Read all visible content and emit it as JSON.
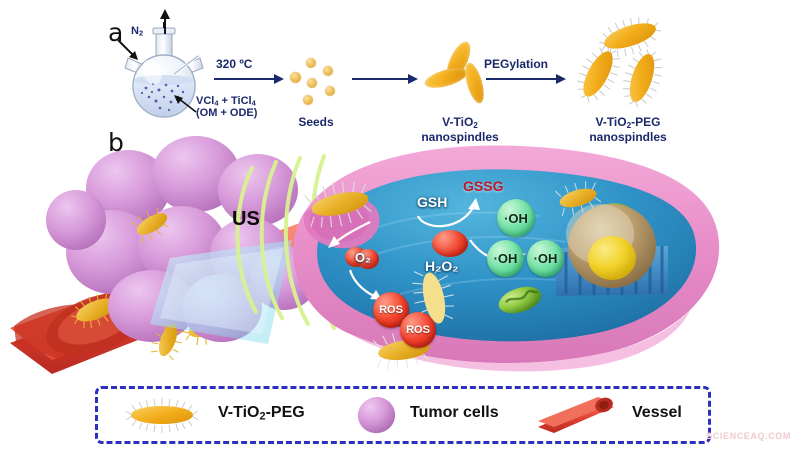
{
  "figure": {
    "panel_a_id": "a",
    "panel_b_id": "b",
    "watermark": "SCIENCEAQ.COM",
    "background": "#ffffff"
  },
  "panel_a": {
    "gas_label": "N",
    "gas_sub": "2",
    "precursor_line1_a": "VCl",
    "precursor_line1_sub1": "4",
    "precursor_line1_mid": " + TiCl",
    "precursor_line1_sub2": "4",
    "precursor_line2": "(OM + ODE)",
    "arrow1_label": "320 ºC",
    "seeds_label": "Seeds",
    "product1_line1_pre": "V-TiO",
    "product1_line1_sub": "2",
    "product1_line2": "nanospindles",
    "arrow2_label": "PEGylation",
    "product2_line1_pre": "V-TiO",
    "product2_line1_sub": "2",
    "product2_line1_post": "-PEG",
    "product2_line2": "nanospindles",
    "arrow_color": "#1b2a6b",
    "text_color": "#1b2a6b",
    "seed_color": "#eec05c",
    "spindle_color": "#f2ad1f"
  },
  "panel_b": {
    "ultrasound_label": "US",
    "species": [
      {
        "name": "GSH",
        "text": "GSH",
        "style": "white"
      },
      {
        "name": "GSSG",
        "text": "GSSG",
        "style": "red"
      },
      {
        "name": "H2O2",
        "text": "H₂O₂",
        "style": "white"
      },
      {
        "name": "O2",
        "text": "O₂",
        "style": "white"
      },
      {
        "name": "OH-1",
        "text": "·OH",
        "style": "green-bubble"
      },
      {
        "name": "OH-2",
        "text": "·OH",
        "style": "green-bubble"
      },
      {
        "name": "OH-3",
        "text": "·OH",
        "style": "green-bubble"
      },
      {
        "name": "ROS-1",
        "text": "ROS",
        "style": "red-bubble"
      },
      {
        "name": "ROS-2",
        "text": "ROS",
        "style": "red-bubble"
      }
    ],
    "gsh_label": "GSH",
    "gssg_label": "GSSG",
    "h2o2_label": "H₂O₂",
    "o2_label": "O₂",
    "oh_label": "·OH",
    "ros_label": "ROS",
    "colors": {
      "cell_membrane": "#e88ec9",
      "cytoplasm": "#2b8fc4",
      "tumor_cell": "#d79ad9",
      "vessel": "#e8483a",
      "nucleus": "#b79a6a",
      "nucleolus": "#f2d22a",
      "mitochondria": "#8cc63f",
      "us_wave": "#d8f08a",
      "transducer": "#9fe2f0"
    }
  },
  "legend": {
    "border_color": "#2d2fbe",
    "items": [
      {
        "name": "nanoparticle",
        "label_pre": "V-TiO",
        "label_sub": "2",
        "label_post": "-PEG"
      },
      {
        "name": "tumor-cells",
        "label": "Tumor cells"
      },
      {
        "name": "vessel",
        "label": "Vessel"
      }
    ],
    "item1_pre": "V-TiO",
    "item1_sub": "2",
    "item1_post": "-PEG",
    "item2": "Tumor cells",
    "item3": "Vessel"
  }
}
